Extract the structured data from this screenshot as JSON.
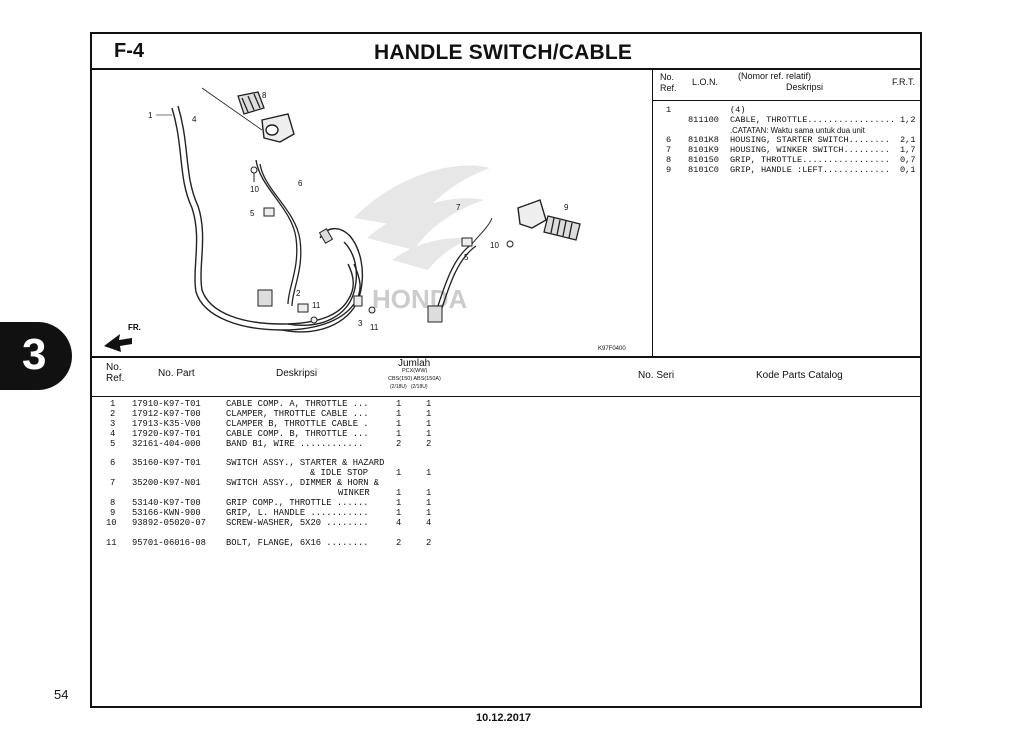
{
  "header": {
    "figure_code": "F-4",
    "title": "HANDLE SWITCH/CABLE"
  },
  "side_tab": {
    "label": "3"
  },
  "page_number": "54",
  "date": "10.12.2017",
  "diagram": {
    "code": "K97F0400",
    "watermark": "HONDA",
    "fr_label": "FR.",
    "callouts": [
      "1",
      "4",
      "8",
      "10",
      "6",
      "5",
      "2",
      "11",
      "3",
      "11",
      "7",
      "9",
      "10",
      "5"
    ]
  },
  "lon_table": {
    "headers": {
      "no_ref": "No.\nRef.",
      "lon": "L.O.N.",
      "desc_top": "(Nomor ref. relatif)",
      "desc": "Deskripsi",
      "frt": "F.R.T."
    },
    "rows": [
      {
        "ref": "1",
        "lon": "",
        "desc": "(4)",
        "frt": ""
      },
      {
        "ref": "",
        "lon": "811100",
        "desc": "CABLE, THROTTLE.................",
        "frt": "1,2"
      },
      {
        "ref": "",
        "lon": "",
        "desc": ".CATATAN: Waktu sama untuk dua unit",
        "frt": ""
      },
      {
        "ref": "6",
        "lon": "8101K8",
        "desc": "HOUSING, STARTER SWITCH........",
        "frt": "2,1"
      },
      {
        "ref": "7",
        "lon": "8101K9",
        "desc": "HOUSING, WINKER SWITCH.........",
        "frt": "1,7"
      },
      {
        "ref": "8",
        "lon": "810150",
        "desc": "GRIP, THROTTLE.................",
        "frt": "0,7"
      },
      {
        "ref": "9",
        "lon": "8101C0",
        "desc": "GRIP, HANDLE :LEFT.............",
        "frt": "0,1"
      }
    ]
  },
  "parts_table": {
    "headers": {
      "no_ref": "No.\nRef.",
      "no_part": "No. Part",
      "desc": "Deskripsi",
      "jumlah": "Jumlah",
      "jumlah_sub": "PCX(WW)",
      "col1": "CBS(150) ABS(150A)",
      "col2": "(2/18U)   (2/18U)",
      "no_seri": "No. Seri",
      "kode": "Kode Parts Catalog"
    },
    "rows": [
      {
        "ref": "1",
        "part": "17910-K97-T01",
        "desc": "CABLE COMP. A, THROTTLE ...",
        "desc2": "",
        "q1": "1",
        "q2": "1"
      },
      {
        "ref": "2",
        "part": "17912-K97-T00",
        "desc": "CLAMPER, THROTTLE CABLE ...",
        "desc2": "",
        "q1": "1",
        "q2": "1"
      },
      {
        "ref": "3",
        "part": "17913-K35-V00",
        "desc": "CLAMPER B, THROTTLE CABLE .",
        "desc2": "",
        "q1": "1",
        "q2": "1"
      },
      {
        "ref": "4",
        "part": "17920-K97-T01",
        "desc": "CABLE COMP. B, THROTTLE ...",
        "desc2": "",
        "q1": "1",
        "q2": "1"
      },
      {
        "ref": "5",
        "part": "32161-404-000",
        "desc": "BAND B1, WIRE ............",
        "desc2": "",
        "q1": "2",
        "q2": "2"
      },
      {
        "ref": "6",
        "part": "35160-K97-T01",
        "desc": "SWITCH ASSY., STARTER & HAZARD",
        "desc2": "& IDLE STOP",
        "q1": "1",
        "q2": "1"
      },
      {
        "ref": "7",
        "part": "35200-K97-N01",
        "desc": "SWITCH ASSY., DIMMER & HORN &",
        "desc2": "WINKER",
        "q1": "1",
        "q2": "1"
      },
      {
        "ref": "8",
        "part": "53140-K97-T00",
        "desc": "GRIP COMP., THROTTLE ......",
        "desc2": "",
        "q1": "1",
        "q2": "1"
      },
      {
        "ref": "9",
        "part": "53166-KWN-900",
        "desc": "GRIP, L. HANDLE ...........",
        "desc2": "",
        "q1": "1",
        "q2": "1"
      },
      {
        "ref": "10",
        "part": "93892-05020-07",
        "desc": "SCREW-WASHER, 5X20 ........",
        "desc2": "",
        "q1": "4",
        "q2": "4"
      },
      {
        "ref": "11",
        "part": "95701-06016-08",
        "desc": "BOLT, FLANGE, 6X16 ........",
        "desc2": "",
        "q1": "2",
        "q2": "2"
      }
    ]
  }
}
